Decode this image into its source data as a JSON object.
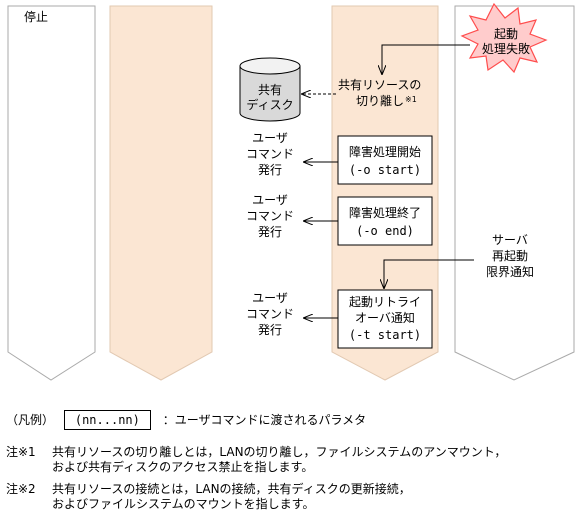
{
  "columns": {
    "stop_label": "停止"
  },
  "burst": {
    "line1": "起動",
    "line2": "処理失敗"
  },
  "disk": {
    "line1": "共有",
    "line2": "ディスク"
  },
  "detach": {
    "line1": "共有リソースの",
    "line2": "切り離し",
    "mark": "※1"
  },
  "user_commands": [
    {
      "line1": "ユーザ",
      "line2": "コマンド",
      "line3": "発行"
    },
    {
      "line1": "ユーザ",
      "line2": "コマンド",
      "line3": "発行"
    },
    {
      "line1": "ユーザ",
      "line2": "コマンド",
      "line3": "発行"
    }
  ],
  "boxes": [
    {
      "line1": "障害処理開始",
      "line2": "(-o start)"
    },
    {
      "line1": "障害処理終了",
      "line2": "(-o end)"
    },
    {
      "line1": "起動リトライ",
      "line2": "オーバ通知",
      "line3": "(-t start)"
    }
  ],
  "server_restart": {
    "line1": "サーバ",
    "line2": "再起動",
    "line3": "限界通知"
  },
  "legend": {
    "label": "（凡例）",
    "box_text": "(nn...nn)",
    "description": "：ユーザコマンドに渡されるパラメタ"
  },
  "notes": [
    {
      "id": "注※1",
      "line1": "共有リソースの切り離しとは，LANの切り離し，ファイルシステムのアンマウント，",
      "line2": "および共有ディスクのアクセス禁止を指します。"
    },
    {
      "id": "注※2",
      "line1": "共有リソースの接続とは，LANの接続，共有ディスクの更新接続，",
      "line2": "およびファイルシステムのマウントを指します。"
    }
  ],
  "colors": {
    "peach": "#fbe6d3",
    "peach_stroke": "#e2c9b2",
    "gray_stroke": "#aaaaaa",
    "burst_fill": "#ffcccc",
    "burst_stroke": "#ff4d4d"
  }
}
